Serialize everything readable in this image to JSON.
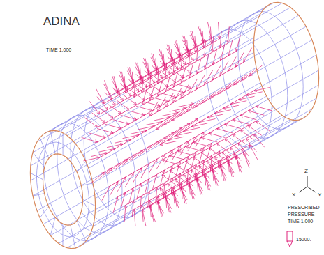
{
  "diagram": {
    "title": "ADINA",
    "labels": [
      "TIME 1.000",
      "PRESCRIBED",
      "PRESSURE",
      "TIME 1.000",
      "Z",
      "X",
      "Y"
    ],
    "legend": [
      {
        "text": "15000."
      }
    ]
  }
}
